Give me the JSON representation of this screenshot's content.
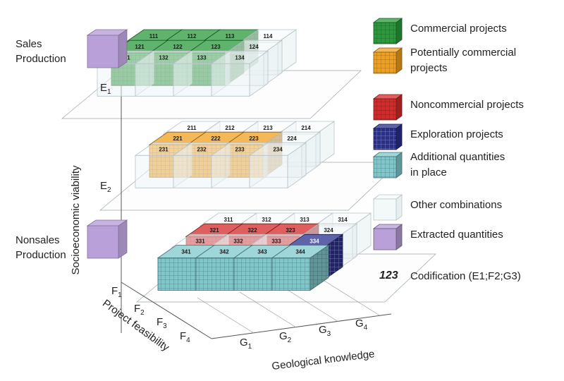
{
  "axes": {
    "y_title": "Socioeconomic viability",
    "f_title": "Project feasibility",
    "g_title": "Geological knowledge",
    "e_levels": [
      {
        "main": "E",
        "sub": "1"
      },
      {
        "main": "E",
        "sub": "2"
      }
    ],
    "f_levels": [
      {
        "main": "F",
        "sub": "1"
      },
      {
        "main": "F",
        "sub": "2"
      },
      {
        "main": "F",
        "sub": "3"
      },
      {
        "main": "F",
        "sub": "4"
      }
    ],
    "g_levels": [
      {
        "main": "G",
        "sub": "1"
      },
      {
        "main": "G",
        "sub": "2"
      },
      {
        "main": "G",
        "sub": "3"
      },
      {
        "main": "G",
        "sub": "4"
      }
    ]
  },
  "side_labels": {
    "sales": [
      "Sales",
      "Production"
    ],
    "nonsales": [
      "Nonsales",
      "Production"
    ]
  },
  "legend": {
    "items": [
      {
        "key": "commercial",
        "lines": [
          "Commercial projects"
        ]
      },
      {
        "key": "potential",
        "lines": [
          "Potentially commercial",
          "projects"
        ]
      },
      {
        "key": "noncommercial",
        "lines": [
          "Noncommercial projects"
        ]
      },
      {
        "key": "exploration",
        "lines": [
          "Exploration projects"
        ]
      },
      {
        "key": "additional",
        "lines": [
          "Additional quantities",
          "in place"
        ]
      },
      {
        "key": "other",
        "lines": [
          "Other combinations"
        ]
      },
      {
        "key": "extracted",
        "lines": [
          "Extracted quantities"
        ]
      }
    ],
    "codification": {
      "number": "123",
      "text": "Codification (E1;F2;G3)"
    }
  },
  "cubes": [
    {
      "code": "111",
      "type": "commercial"
    },
    {
      "code": "112",
      "type": "commercial"
    },
    {
      "code": "113",
      "type": "commercial"
    },
    {
      "code": "114",
      "type": "other"
    },
    {
      "code": "121",
      "type": "commercial"
    },
    {
      "code": "122",
      "type": "commercial"
    },
    {
      "code": "123",
      "type": "commercial"
    },
    {
      "code": "124",
      "type": "other"
    },
    {
      "code": "131",
      "type": "other"
    },
    {
      "code": "132",
      "type": "other"
    },
    {
      "code": "133",
      "type": "other"
    },
    {
      "code": "134",
      "type": "other"
    },
    {
      "code": "211",
      "type": "other"
    },
    {
      "code": "212",
      "type": "other"
    },
    {
      "code": "213",
      "type": "other"
    },
    {
      "code": "214",
      "type": "other"
    },
    {
      "code": "221",
      "type": "potential"
    },
    {
      "code": "222",
      "type": "potential"
    },
    {
      "code": "223",
      "type": "potential"
    },
    {
      "code": "224",
      "type": "other"
    },
    {
      "code": "231",
      "type": "other"
    },
    {
      "code": "232",
      "type": "other"
    },
    {
      "code": "233",
      "type": "other"
    },
    {
      "code": "234",
      "type": "other"
    },
    {
      "code": "311",
      "type": "other"
    },
    {
      "code": "312",
      "type": "other"
    },
    {
      "code": "313",
      "type": "other"
    },
    {
      "code": "314",
      "type": "other"
    },
    {
      "code": "321",
      "type": "noncommercial"
    },
    {
      "code": "322",
      "type": "noncommercial"
    },
    {
      "code": "323",
      "type": "noncommercial"
    },
    {
      "code": "324",
      "type": "other"
    },
    {
      "code": "331",
      "type": "other"
    },
    {
      "code": "332",
      "type": "other"
    },
    {
      "code": "333",
      "type": "other"
    },
    {
      "code": "334",
      "type": "exploration"
    },
    {
      "code": "341",
      "type": "additional"
    },
    {
      "code": "342",
      "type": "additional"
    },
    {
      "code": "343",
      "type": "additional"
    },
    {
      "code": "344",
      "type": "additional"
    }
  ],
  "colors": {
    "commercial": "#2a9a3c",
    "potential": "#f0a020",
    "noncommercial": "#d42a2a",
    "exploration": "#2a2f8c",
    "additional": "#7ec8cc",
    "other": "#f1f6f7",
    "extracted": "#b9a0d8"
  }
}
